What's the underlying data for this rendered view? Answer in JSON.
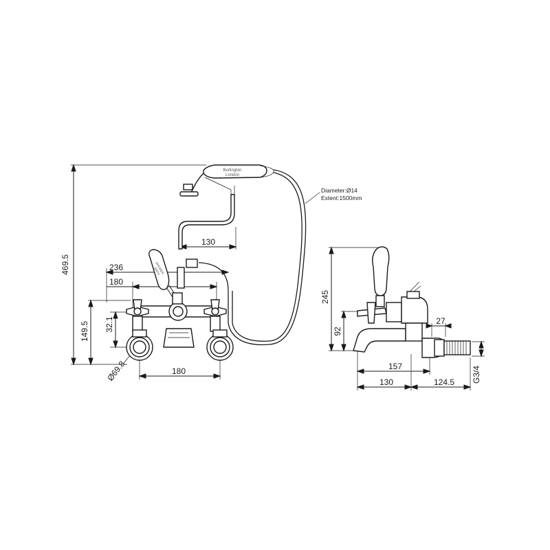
{
  "drawing": {
    "brand_name": "Burlington",
    "brand_city": "London",
    "lever_label_top": "SHOWER",
    "lever_label_bottom": "BATH",
    "hose_note_line1": "Diameter:Ø14",
    "hose_note_line2": "Extent:1500mm"
  },
  "dimensions": {
    "front": {
      "overall_height": "469.5",
      "hose_offset": "130",
      "bracket_width": "236",
      "handle_centres_top": "180",
      "body_height": "149.5",
      "handle_to_inlet": "32.1",
      "flange_diameter": "Ø69.8",
      "inlet_centres": "180"
    },
    "side": {
      "height": "245",
      "spout_height": "92",
      "spout_length": "157",
      "spout_to_body": "130",
      "body_depth": "124.5",
      "nut_width": "27",
      "thread": "G3/4"
    }
  }
}
